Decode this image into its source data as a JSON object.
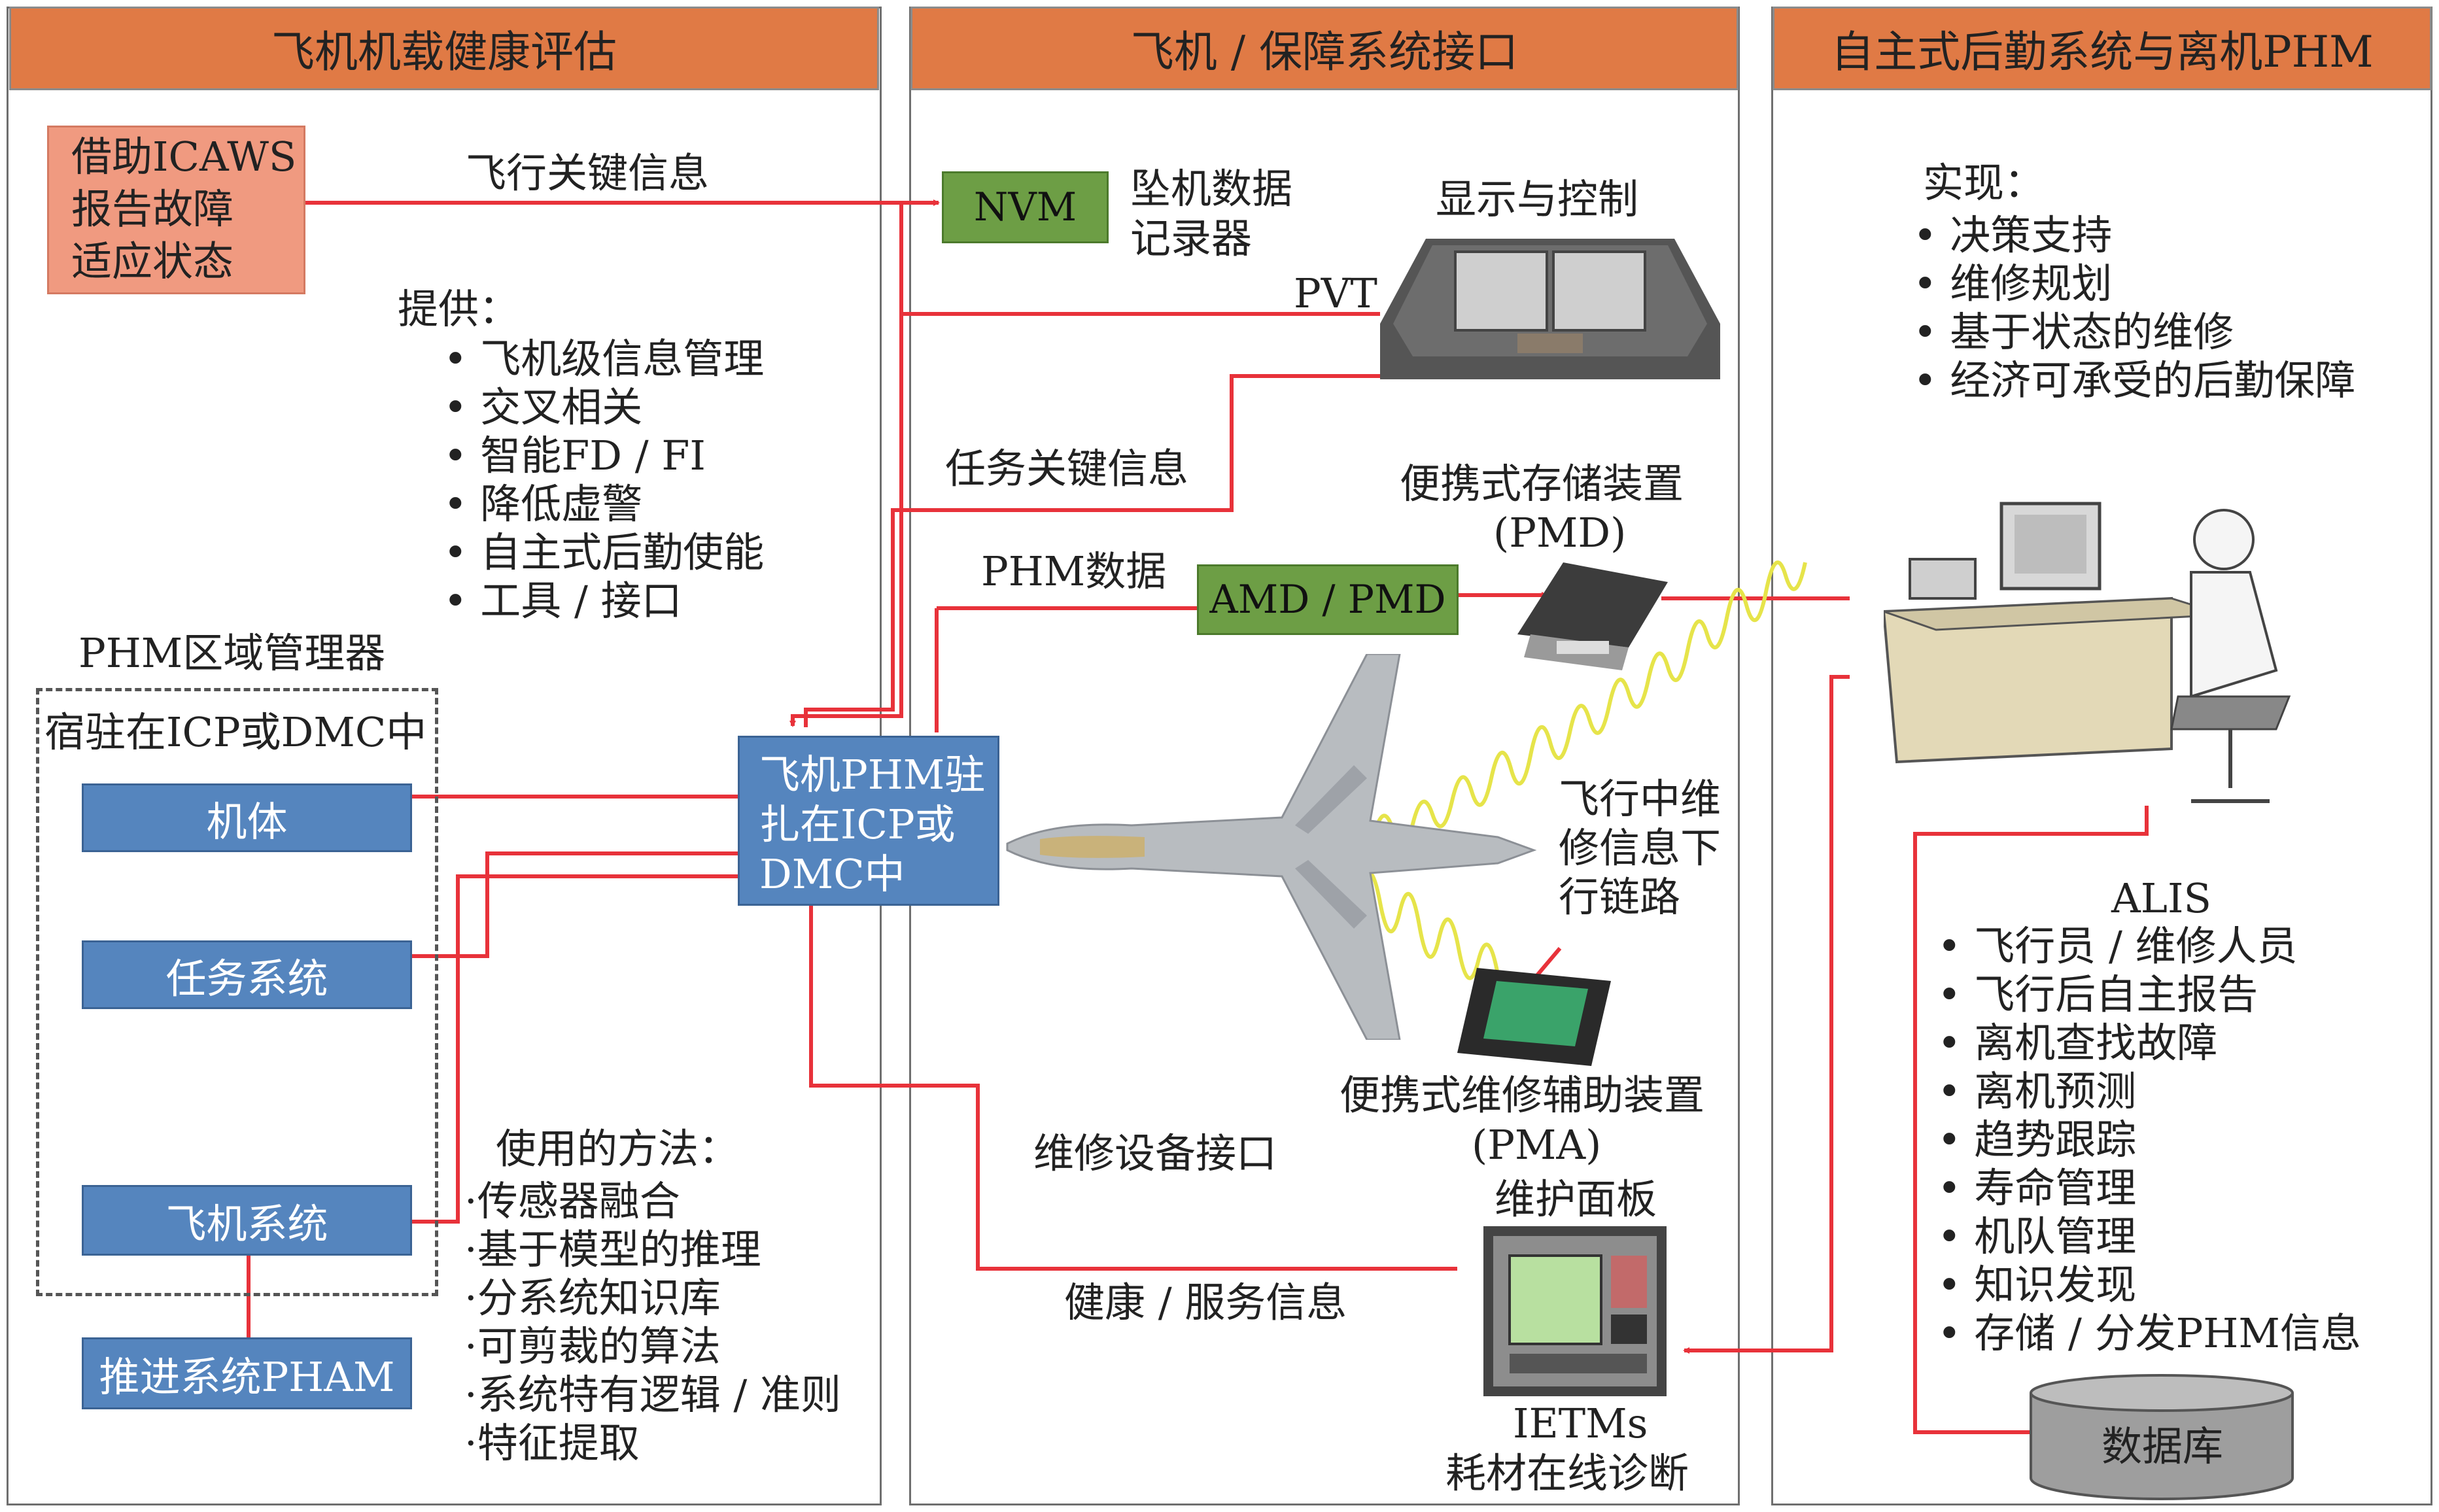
{
  "panels": {
    "left_header": "飞机机载健康评估",
    "mid_header": "飞机 / 保障系统接口",
    "right_header": "自主式后勤系统与离机PHM"
  },
  "left": {
    "icaws_box": [
      "借助ICAWS",
      "报告故障",
      "适应状态"
    ],
    "flight_key_info": "飞行关键信息",
    "provide_label": "提供：",
    "provide_items": [
      "飞机级信息管理",
      "交叉相关",
      "智能FD / FI",
      "降低虚警",
      "自主式后勤使能",
      "工具 / 接口"
    ],
    "region_manager_title": "PHM区域管理器",
    "region_manager_sub": "宿驻在ICP或DMC中",
    "airframe": "机体",
    "mission_system": "任务系统",
    "aircraft_system": "飞机系统",
    "propulsion": "推进系统PHAM",
    "methods_label": "使用的方法：",
    "methods_items": [
      "传感器融合",
      "基于模型的推理",
      "分系统知识库",
      "可剪裁的算法",
      "系统特有逻辑 / 准则",
      "特征提取"
    ]
  },
  "middle": {
    "phm_box": [
      "飞机PHM驻",
      "扎在ICP或",
      "DMC中"
    ],
    "nvm": "NVM",
    "crash_recorder": [
      "坠机数据",
      "记录器"
    ],
    "display_control": "显示与控制",
    "pvt": "PVT",
    "mission_key_info": "任务关键信息",
    "portable_storage": [
      "便携式存储装置",
      "(PMD)"
    ],
    "phm_data": "PHM数据",
    "amd_pmd": "AMD / PMD",
    "inflight_downlink": [
      "飞行中维",
      "修信息下",
      "行链路"
    ],
    "pma": [
      "便携式维修辅助装置",
      "(PMA)"
    ],
    "maint_interface": "维修设备接口",
    "maint_panel": "维护面板",
    "health_service": "健康 / 服务信息",
    "ietms": [
      "IETMs",
      "耗材在线诊断"
    ]
  },
  "right": {
    "realize_label": "实现：",
    "realize_items": [
      "决策支持",
      "维修规划",
      "基于状态的维修",
      "经济可承受的后勤保障"
    ],
    "alis_title": "ALIS",
    "alis_items": [
      "飞行员 / 维修人员",
      "飞行后自主报告",
      "离机查找故障",
      "离机预测",
      "趋势跟踪",
      "寿命管理",
      "机队管理",
      "知识发现",
      "存储 / 分发PHM信息"
    ],
    "database": "数据库"
  },
  "colors": {
    "header": "#e07a45",
    "blue_box": "#5585be",
    "green_box": "#6d9e45",
    "salmon_box": "#f09a80",
    "arrow": "#e8323a",
    "wave": "#e6e44a"
  }
}
